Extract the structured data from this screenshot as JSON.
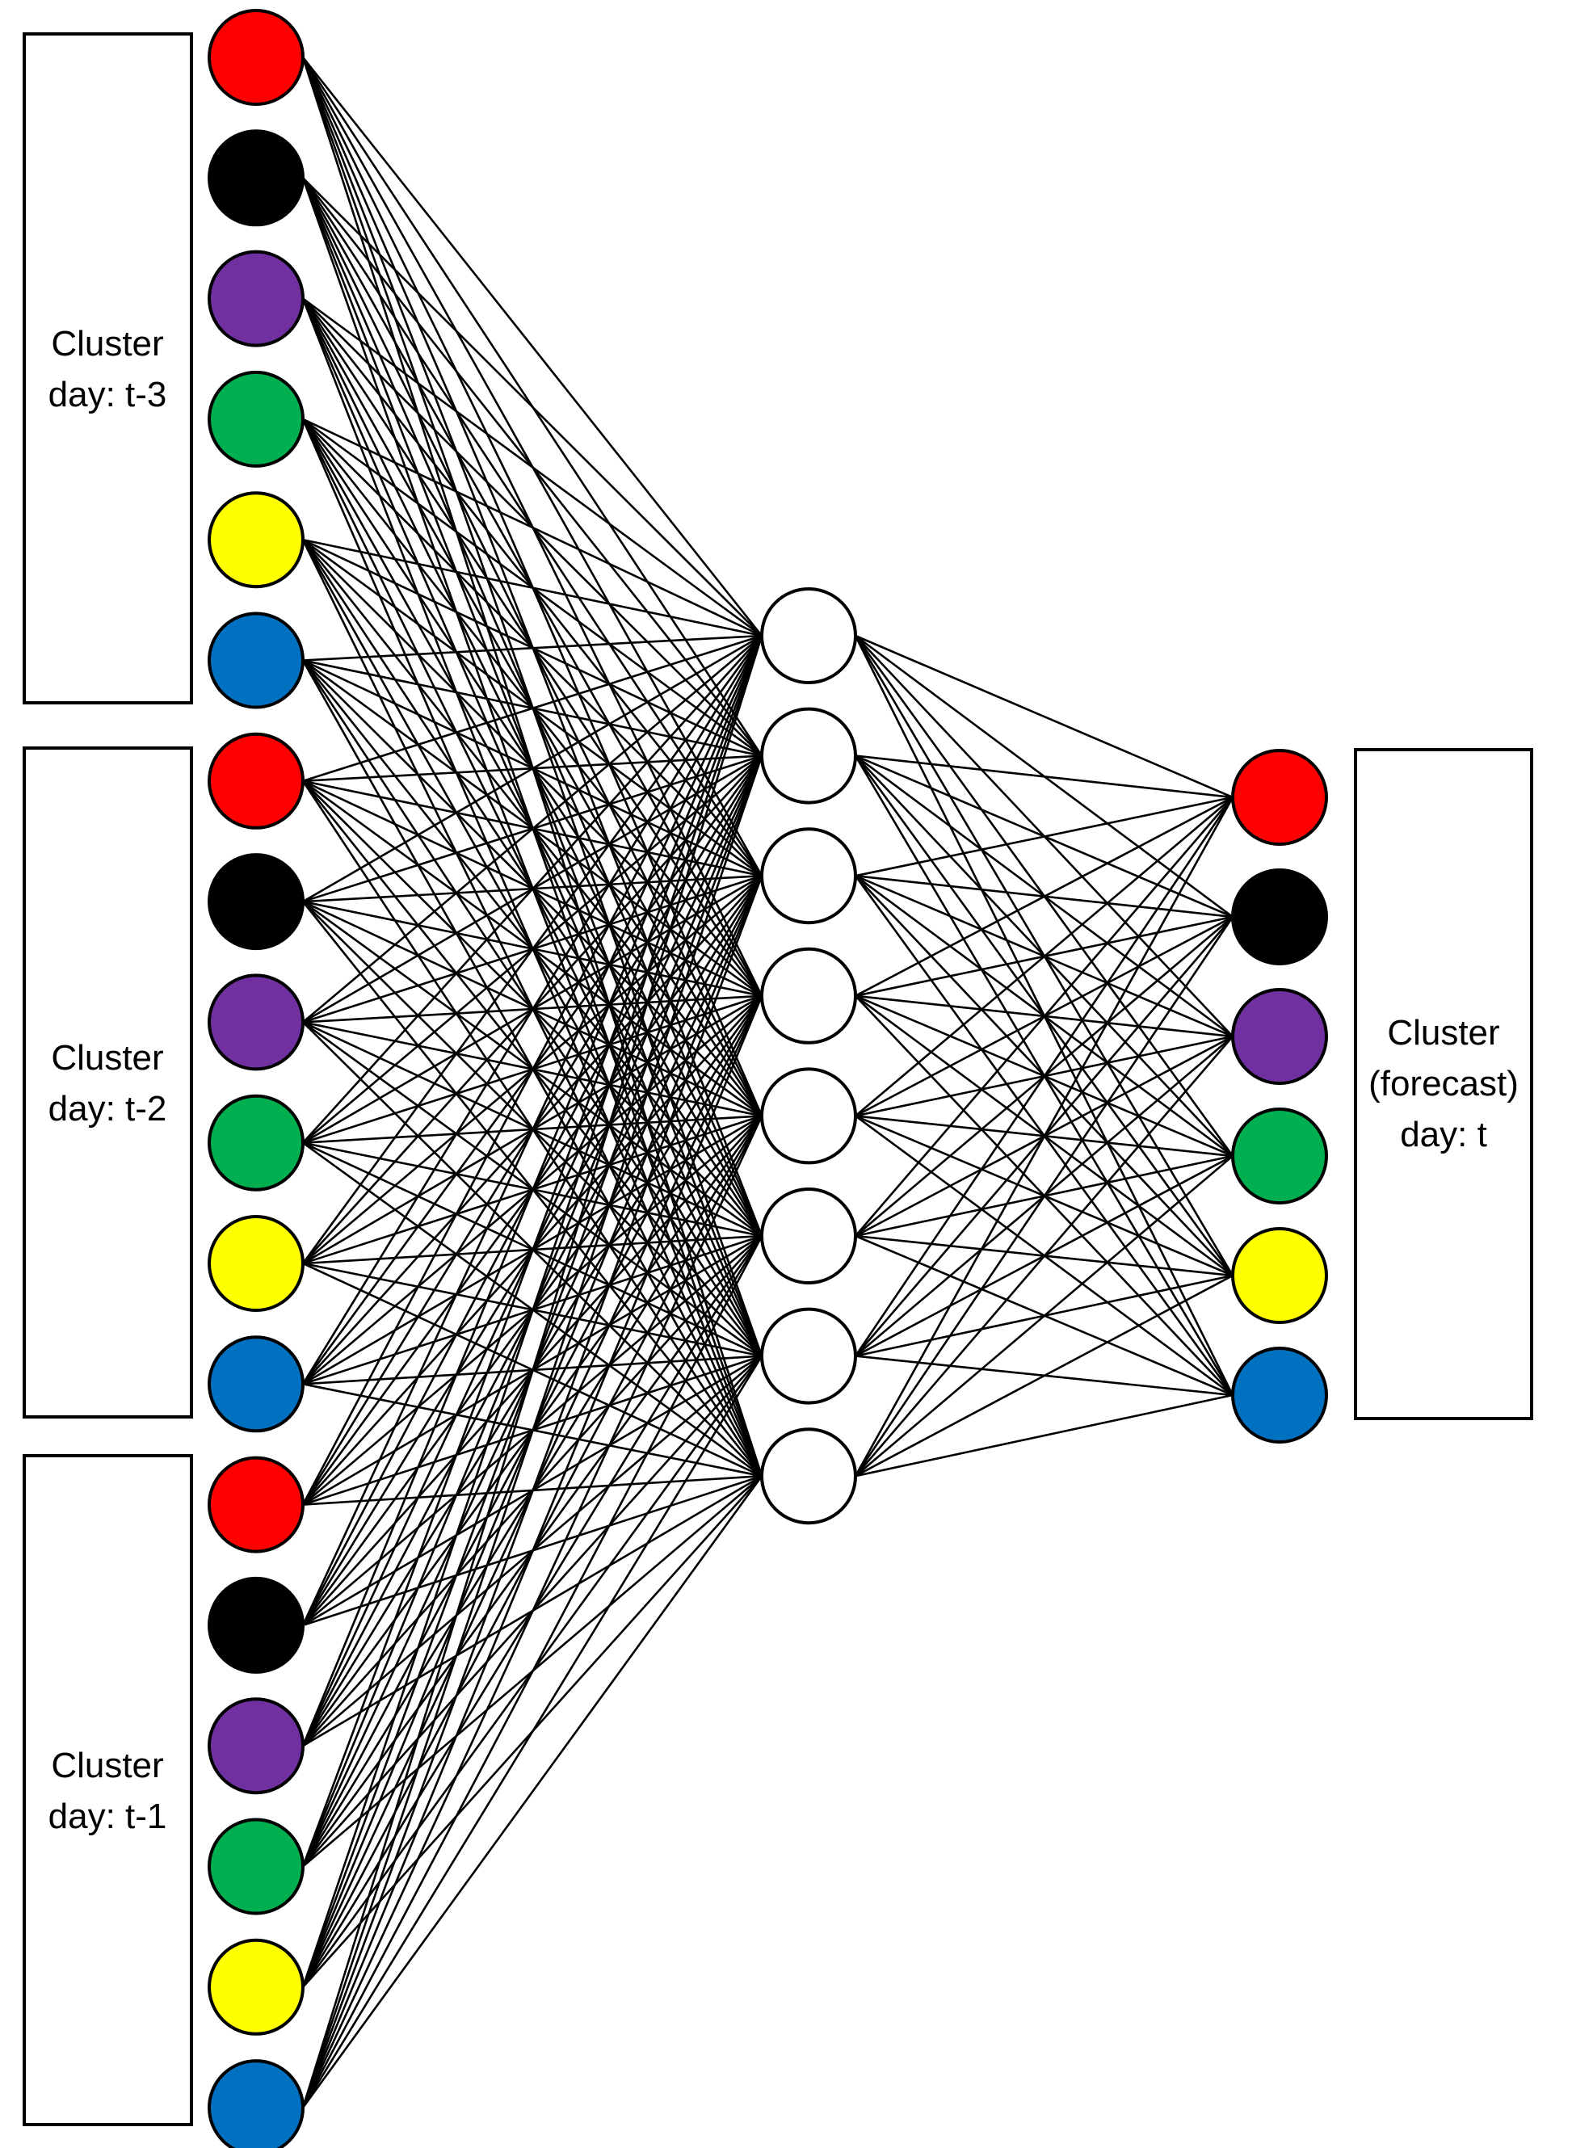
{
  "diagram": {
    "type": "neural-network",
    "input_groups": [
      {
        "label_line1": "Cluster",
        "label_line2": "day: t-3"
      },
      {
        "label_line1": "Cluster",
        "label_line2": "day: t-2"
      },
      {
        "label_line1": "Cluster",
        "label_line2": "day: t-1"
      }
    ],
    "output_group": {
      "label_line1": "Cluster",
      "label_line2": "(forecast)",
      "label_line3": "day: t"
    },
    "cluster_colors": [
      "#ff0000",
      "#000000",
      "#7030a0",
      "#00b050",
      "#ffff00",
      "#0070c0"
    ],
    "cluster_color_names": [
      "red",
      "black",
      "purple",
      "green",
      "yellow",
      "blue"
    ],
    "hidden_node_count": 8,
    "hidden_node_color": "#ffffff",
    "fully_connected": true
  }
}
